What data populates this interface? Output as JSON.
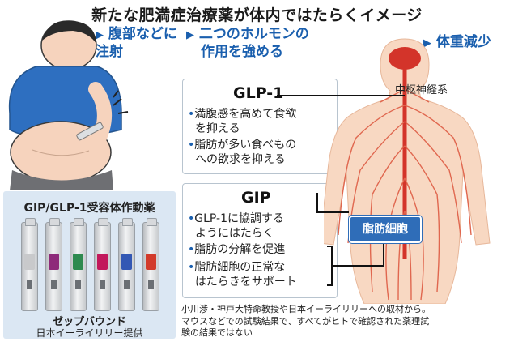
{
  "title": "新たな肥満症治療薬が体内ではたらくイメージ",
  "steps": [
    {
      "line1": "腹部などに",
      "line2": "注射"
    },
    {
      "line1": "二つのホルモンの",
      "line2": "作用を強める"
    },
    {
      "line1": "体重減少"
    }
  ],
  "glp1": {
    "name": "GLP-1",
    "bullets": [
      {
        "line1": "満腹感を高めて食欲",
        "line2": "を抑える"
      },
      {
        "line1": "脂肪が多い食べもの",
        "line2": "への欲求を抑える"
      }
    ]
  },
  "gip": {
    "name": "GIP",
    "bullets": [
      {
        "line1": "GLP-1に協調する",
        "line2": "ようにはたらく"
      },
      {
        "line1": "脂肪の分解を促進",
        "line2": ""
      },
      {
        "line1": "脂肪細胞の正常な",
        "line2": "はたらきをサポート"
      }
    ]
  },
  "body_labels": {
    "cns": "中枢神経系",
    "fat": "脂肪細胞"
  },
  "drug": {
    "name": "GIP/GLP-1受容体作動薬",
    "product": "ゼップバウンド",
    "provider": "日本イーライリリー提供",
    "pen_colors": [
      "#c8c9cb",
      "#8e2a7a",
      "#2e8a4f",
      "#c2185b",
      "#3358b4",
      "#d23a2a"
    ]
  },
  "note": {
    "line1": "小川渉・神戸大特命教授や日本イーライリリーへの取材から。",
    "line2": "マウスなどでの試験結果で、すべてがヒトで確認された薬理試",
    "line3": "験の結果ではない"
  },
  "colors": {
    "accent": "#1a5fae",
    "nerve": "#d3342a",
    "skin": "#f6d3bd"
  }
}
